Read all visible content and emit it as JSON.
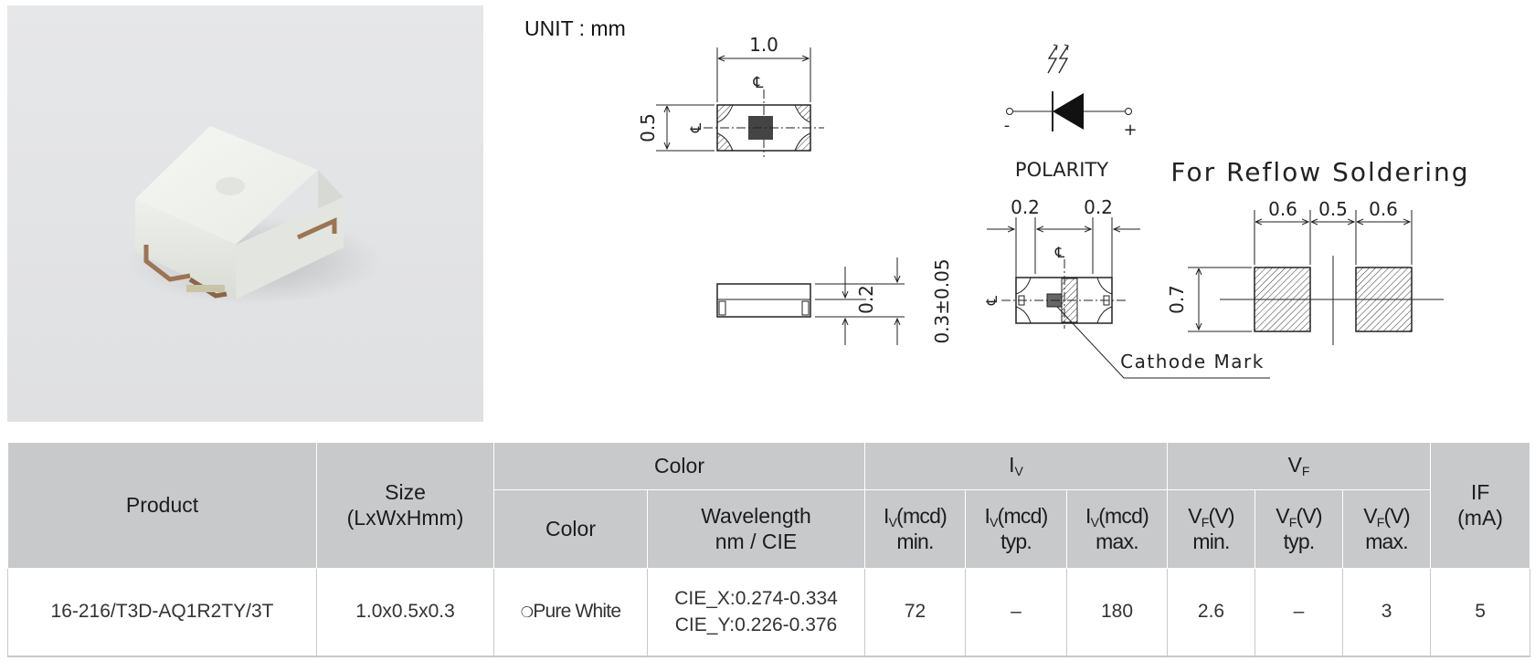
{
  "drawing": {
    "unit_label": "UNIT : mm",
    "top_view": {
      "length": "1.0",
      "width": "0.5"
    },
    "side_view": {
      "pad_height": "0.2",
      "total_height": "0.3±0.05"
    },
    "polarity": {
      "label": "POLARITY",
      "minus": "-",
      "plus": "+"
    },
    "bottom_view": {
      "pad_width_left": "0.2",
      "pad_width_right": "0.2",
      "cathode_mark": "Cathode Mark"
    },
    "reflow": {
      "title": "For Reflow Soldering",
      "pad_width_left": "0.6",
      "gap": "0.5",
      "pad_width_right": "0.6",
      "pad_height": "0.7"
    },
    "centerline_symbol": "℄"
  },
  "table": {
    "headers": {
      "product": "Product",
      "size": "Size",
      "size_unit": "(LxWxHmm)",
      "color_group": "Color",
      "color": "Color",
      "wavelength": "Wavelength",
      "wavelength_unit": "nm / CIE",
      "iv_symbol": "I",
      "iv_sub": "V",
      "iv_unit": "(mcd)",
      "min": "min.",
      "typ": "typ.",
      "max": "max.",
      "vf_symbol": "V",
      "vf_sub": "F",
      "vf_unit": "(V)",
      "if": "IF",
      "if_unit": "(mA)"
    },
    "row": {
      "product": "16-216/T3D-AQ1R2TY/3T",
      "size": "1.0x0.5x0.3",
      "color_marker": "❍",
      "color": "Pure White",
      "cie_x": "CIE_X:0.274-0.334",
      "cie_y": "CIE_Y:0.226-0.376",
      "iv_min": "72",
      "iv_typ": "–",
      "iv_max": "180",
      "vf_min": "2.6",
      "vf_typ": "–",
      "vf_max": "3",
      "if": "5"
    }
  },
  "colors": {
    "header_bg": "#c8c9cb",
    "photo_bg": "#e3e4e6"
  }
}
